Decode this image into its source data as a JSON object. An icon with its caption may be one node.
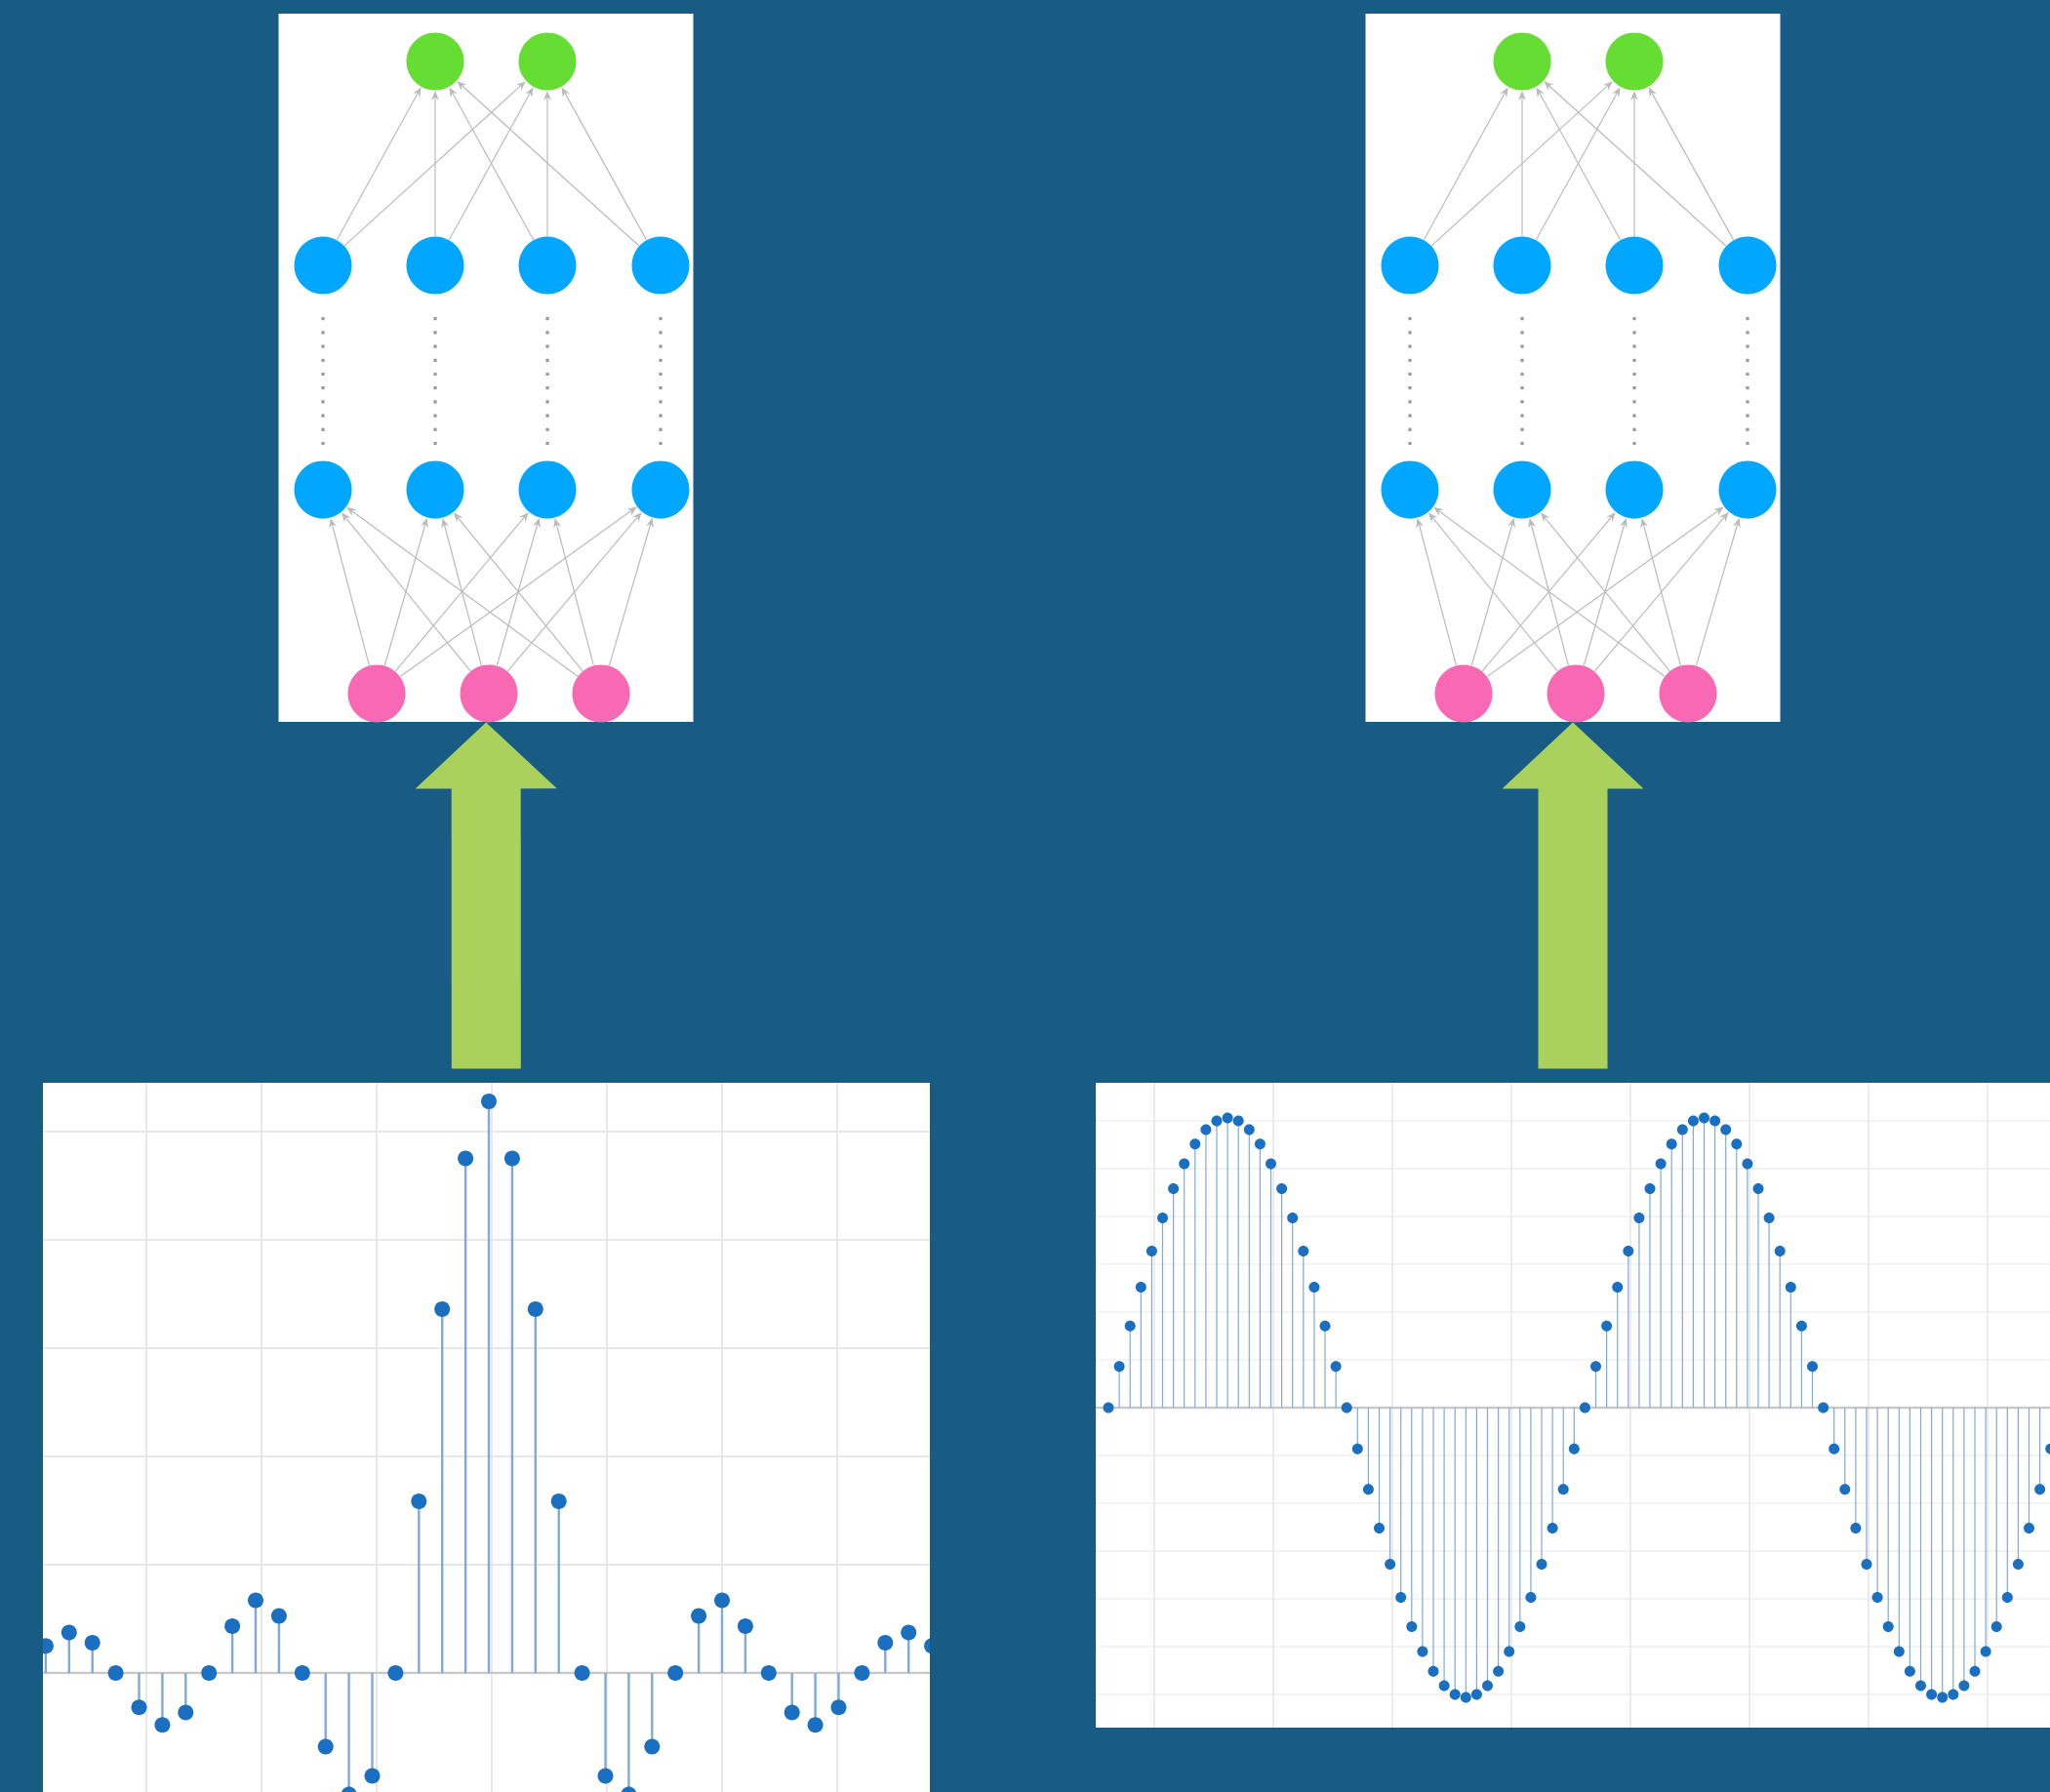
{
  "diagram": {
    "nodes": [
      {
        "text": [],
        "shape": "box"
      },
      {
        "text": [],
        "shape": "circle",
        "in": 0
      },
      {
        "text": [],
        "shape": "circle",
        "in": 0
      },
      {
        "text": [],
        "shape": "circle",
        "in": 0
      },
      {
        "text": [],
        "shape": "circle",
        "in": 0
      },
      {
        "text": [],
        "shape": "circle",
        "in": 0
      },
      {
        "text": [],
        "shape": "circle",
        "in": 0
      },
      {
        "text": [],
        "shape": "circle",
        "in": 0
      },
      {
        "text": [],
        "shape": "circle",
        "in": 0
      },
      {
        "text": [],
        "shape": "circle",
        "in": 0
      },
      {
        "text": [],
        "shape": "circle",
        "in": 0
      },
      {
        "text": [],
        "shape": "circle",
        "in": 0
      },
      {
        "text": [],
        "shape": "circle",
        "in": 0
      },
      {
        "text": [],
        "shape": "circle",
        "in": 0
      },
      {
        "text": [],
        "shape": "box"
      },
      {
        "text": [],
        "shape": "circle",
        "in": 14
      },
      {
        "text": [],
        "shape": "circle",
        "in": 14
      },
      {
        "text": [],
        "shape": "circle",
        "in": 14
      },
      {
        "text": [],
        "shape": "circle",
        "in": 14
      },
      {
        "text": [],
        "shape": "circle",
        "in": 14
      },
      {
        "text": [],
        "shape": "circle",
        "in": 14
      },
      {
        "text": [],
        "shape": "circle",
        "in": 14
      },
      {
        "text": [],
        "shape": "circle",
        "in": 14
      },
      {
        "text": [],
        "shape": "circle",
        "in": 14
      },
      {
        "text": [],
        "shape": "circle",
        "in": 14
      },
      {
        "text": [],
        "shape": "circle",
        "in": 14
      },
      {
        "text": [],
        "shape": "circle",
        "in": 14
      },
      {
        "text": [],
        "shape": "circle",
        "in": 14
      },
      {
        "text": [],
        "shape": "picture"
      },
      {
        "text": [],
        "shape": "picture"
      }
    ],
    "edges": [
      {
        "from": 11,
        "to": 7,
        "arrow": "to"
      },
      {
        "from": 11,
        "to": 8,
        "arrow": "to"
      },
      {
        "from": 11,
        "to": 9,
        "arrow": "to"
      },
      {
        "from": 11,
        "to": 10,
        "arrow": "to"
      },
      {
        "from": 12,
        "to": 7,
        "arrow": "to"
      },
      {
        "from": 12,
        "to": 8,
        "arrow": "to"
      },
      {
        "from": 12,
        "to": 9,
        "arrow": "to"
      },
      {
        "from": 12,
        "to": 10,
        "arrow": "to"
      },
      {
        "from": 13,
        "to": 7,
        "arrow": "to"
      },
      {
        "from": 13,
        "to": 8,
        "arrow": "to"
      },
      {
        "from": 13,
        "to": 9,
        "arrow": "to"
      },
      {
        "from": 13,
        "to": 10,
        "arrow": "to"
      },
      {
        "from": 7,
        "to": 3,
        "arrow": "none",
        "style": "dashed"
      },
      {
        "from": 8,
        "to": 4,
        "arrow": "none",
        "style": "dashed"
      },
      {
        "from": 9,
        "to": 5,
        "arrow": "none",
        "style": "dashed"
      },
      {
        "from": 10,
        "to": 6,
        "arrow": "none",
        "style": "dashed"
      },
      {
        "from": 3,
        "to": 1,
        "arrow": "to"
      },
      {
        "from": 3,
        "to": 2,
        "arrow": "to"
      },
      {
        "from": 4,
        "to": 1,
        "arrow": "to"
      },
      {
        "from": 4,
        "to": 2,
        "arrow": "to"
      },
      {
        "from": 5,
        "to": 1,
        "arrow": "to"
      },
      {
        "from": 5,
        "to": 2,
        "arrow": "to"
      },
      {
        "from": 6,
        "to": 1,
        "arrow": "to"
      },
      {
        "from": 6,
        "to": 2,
        "arrow": "to"
      },
      {
        "from": 25,
        "to": 21,
        "arrow": "to"
      },
      {
        "from": 25,
        "to": 22,
        "arrow": "to"
      },
      {
        "from": 25,
        "to": 23,
        "arrow": "to"
      },
      {
        "from": 25,
        "to": 24,
        "arrow": "to"
      },
      {
        "from": 26,
        "to": 21,
        "arrow": "to"
      },
      {
        "from": 26,
        "to": 22,
        "arrow": "to"
      },
      {
        "from": 26,
        "to": 23,
        "arrow": "to"
      },
      {
        "from": 26,
        "to": 24,
        "arrow": "to"
      },
      {
        "from": 27,
        "to": 21,
        "arrow": "to"
      },
      {
        "from": 27,
        "to": 22,
        "arrow": "to"
      },
      {
        "from": 27,
        "to": 23,
        "arrow": "to"
      },
      {
        "from": 27,
        "to": 24,
        "arrow": "to"
      },
      {
        "from": 21,
        "to": 17,
        "arrow": "none",
        "style": "dashed"
      },
      {
        "from": 22,
        "to": 18,
        "arrow": "none",
        "style": "dashed"
      },
      {
        "from": 23,
        "to": 19,
        "arrow": "none",
        "style": "dashed"
      },
      {
        "from": 24,
        "to": 20,
        "arrow": "none",
        "style": "dashed"
      },
      {
        "from": 17,
        "to": 15,
        "arrow": "to"
      },
      {
        "from": 17,
        "to": 16,
        "arrow": "to"
      },
      {
        "from": 18,
        "to": 15,
        "arrow": "to"
      },
      {
        "from": 18,
        "to": 16,
        "arrow": "to"
      },
      {
        "from": 19,
        "to": 15,
        "arrow": "to"
      },
      {
        "from": 19,
        "to": 16,
        "arrow": "to"
      },
      {
        "from": 20,
        "to": 15,
        "arrow": "to"
      },
      {
        "from": 20,
        "to": 16,
        "arrow": "to"
      },
      {
        "from": 28,
        "to": 0,
        "arrow": "to",
        "style": "thick",
        "color": "#a9d15c"
      },
      {
        "from": 29,
        "to": 14,
        "arrow": "to",
        "style": "thick",
        "color": "#a9d15c"
      }
    ]
  }
}
